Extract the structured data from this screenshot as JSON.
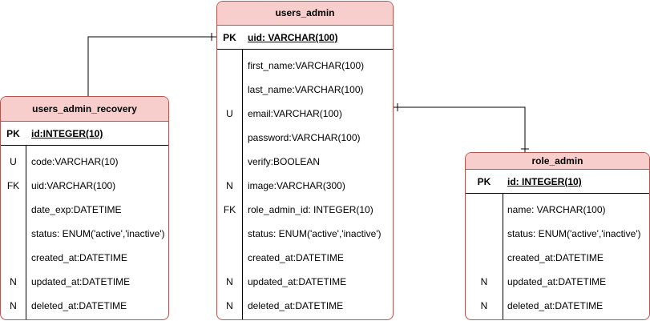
{
  "tables": {
    "recovery": {
      "title": "users_admin_recovery",
      "pk": {
        "key": "PK",
        "field": "id:INTEGER(10)"
      },
      "rows": [
        {
          "key": "U",
          "field": "code:VARCHAR(10)"
        },
        {
          "key": "FK",
          "field": "uid:VARCHAR(100)"
        },
        {
          "key": "",
          "field": "date_exp:DATETIME"
        },
        {
          "key": "",
          "field": "status: ENUM('active','inactive')"
        },
        {
          "key": "",
          "field": "created_at:DATETIME"
        },
        {
          "key": "N",
          "field": "updated_at:DATETIME"
        },
        {
          "key": "N",
          "field": "deleted_at:DATETIME"
        }
      ]
    },
    "admin": {
      "title": "users_admin",
      "pk": {
        "key": "PK",
        "field": "uid: VARCHAR(100)"
      },
      "rows": [
        {
          "key": "",
          "field": "first_name:VARCHAR(100)"
        },
        {
          "key": "",
          "field": "last_name:VARCHAR(100)"
        },
        {
          "key": "U",
          "field": "email:VARCHAR(100)"
        },
        {
          "key": "",
          "field": "password:VARCHAR(100)"
        },
        {
          "key": "",
          "field": "verify:BOOLEAN"
        },
        {
          "key": "N",
          "field": "image:VARCHAR(300)"
        },
        {
          "key": "FK",
          "field": "role_admin_id: INTEGER(10)"
        },
        {
          "key": "",
          "field": "status: ENUM('active','inactive')"
        },
        {
          "key": "",
          "field": "created_at:DATETIME"
        },
        {
          "key": "N",
          "field": "updated_at:DATETIME"
        },
        {
          "key": "N",
          "field": "deleted_at:DATETIME"
        }
      ]
    },
    "role": {
      "title": "role_admin",
      "pk": {
        "key": "PK",
        "field": "id: INTEGER(10)"
      },
      "rows": [
        {
          "key": "",
          "field": "name: VARCHAR(100)"
        },
        {
          "key": "",
          "field": "status: ENUM('active','inactive')"
        },
        {
          "key": "",
          "field": "created_at:DATETIME"
        },
        {
          "key": "N",
          "field": "updated_at:DATETIME"
        },
        {
          "key": "N",
          "field": "deleted_at:DATETIME"
        }
      ]
    }
  },
  "colors": {
    "header_fill": "#f8cecc",
    "border": "#b85450",
    "line": "#000000"
  }
}
